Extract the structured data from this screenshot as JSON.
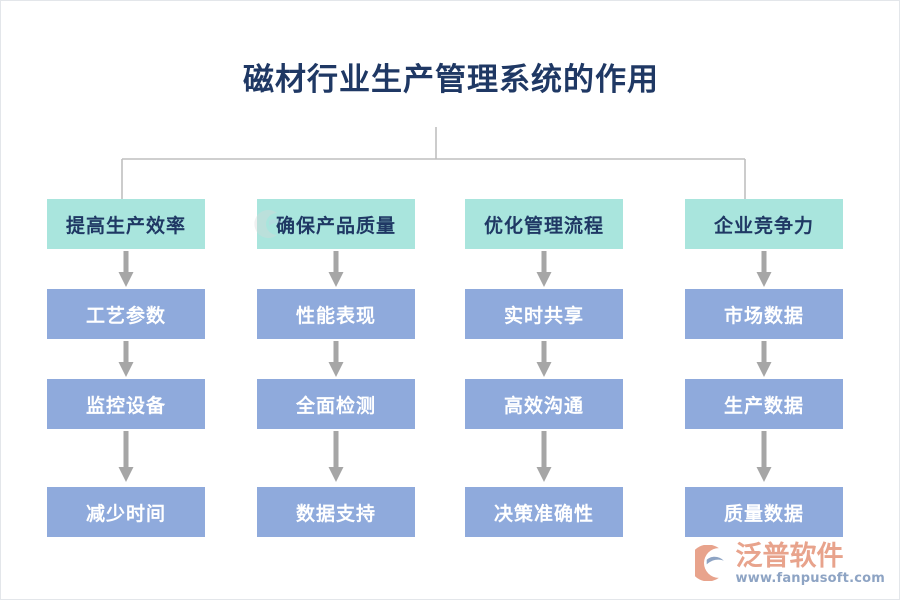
{
  "page": {
    "title": "磁材行业生产管理系统的作用",
    "background_color": "#ffffff",
    "border_color": "#e3e6ea"
  },
  "colors": {
    "title_text": "#1f3864",
    "head_node_fill": "#a9e5dd",
    "head_node_text": "#1f3864",
    "sub_node_fill": "#8faadc",
    "sub_node_text": "#ffffff",
    "connector_line": "#bfbfbf",
    "arrow": "#a6a6a6",
    "logo_name": "#e8a38c",
    "logo_url": "#8ea4c4",
    "logo_mark_outer": "#e8a38c",
    "logo_mark_inner": "#8ea4c4"
  },
  "chart_data": {
    "type": "tree-diagram",
    "title": "磁材行业生产管理系统的作用",
    "orientation": "top-down",
    "root_label": "磁材行业生产管理系统的作用",
    "branches": [
      {
        "head": "提高生产效率",
        "children": [
          "工艺参数",
          "监控设备",
          "减少时间"
        ]
      },
      {
        "head": "确保产品质量",
        "children": [
          "性能表现",
          "全面检测",
          "数据支持"
        ]
      },
      {
        "head": "优化管理流程",
        "children": [
          "实时共享",
          "高效沟通",
          "决策准确性"
        ]
      },
      {
        "head": "企业竞争力",
        "children": [
          "市场数据",
          "生产数据",
          "质量数据"
        ]
      }
    ]
  },
  "columns": [
    {
      "head": {
        "label": "提高生产效率"
      },
      "nodes": [
        {
          "label": "工艺参数"
        },
        {
          "label": "监控设备"
        },
        {
          "label": "减少时间"
        }
      ]
    },
    {
      "head": {
        "label": "确保产品质量"
      },
      "nodes": [
        {
          "label": "性能表现"
        },
        {
          "label": "全面检测"
        },
        {
          "label": "数据支持"
        }
      ]
    },
    {
      "head": {
        "label": "优化管理流程"
      },
      "nodes": [
        {
          "label": "实时共享"
        },
        {
          "label": "高效沟通"
        },
        {
          "label": "决策准确性"
        }
      ]
    },
    {
      "head": {
        "label": "企业竞争力"
      },
      "nodes": [
        {
          "label": "市场数据"
        },
        {
          "label": "生产数据"
        },
        {
          "label": "质量数据"
        }
      ]
    }
  ],
  "logo": {
    "name": "泛普软件",
    "url": "www.fanpusoft.com",
    "mark": "fanpu-swoosh-icon"
  }
}
